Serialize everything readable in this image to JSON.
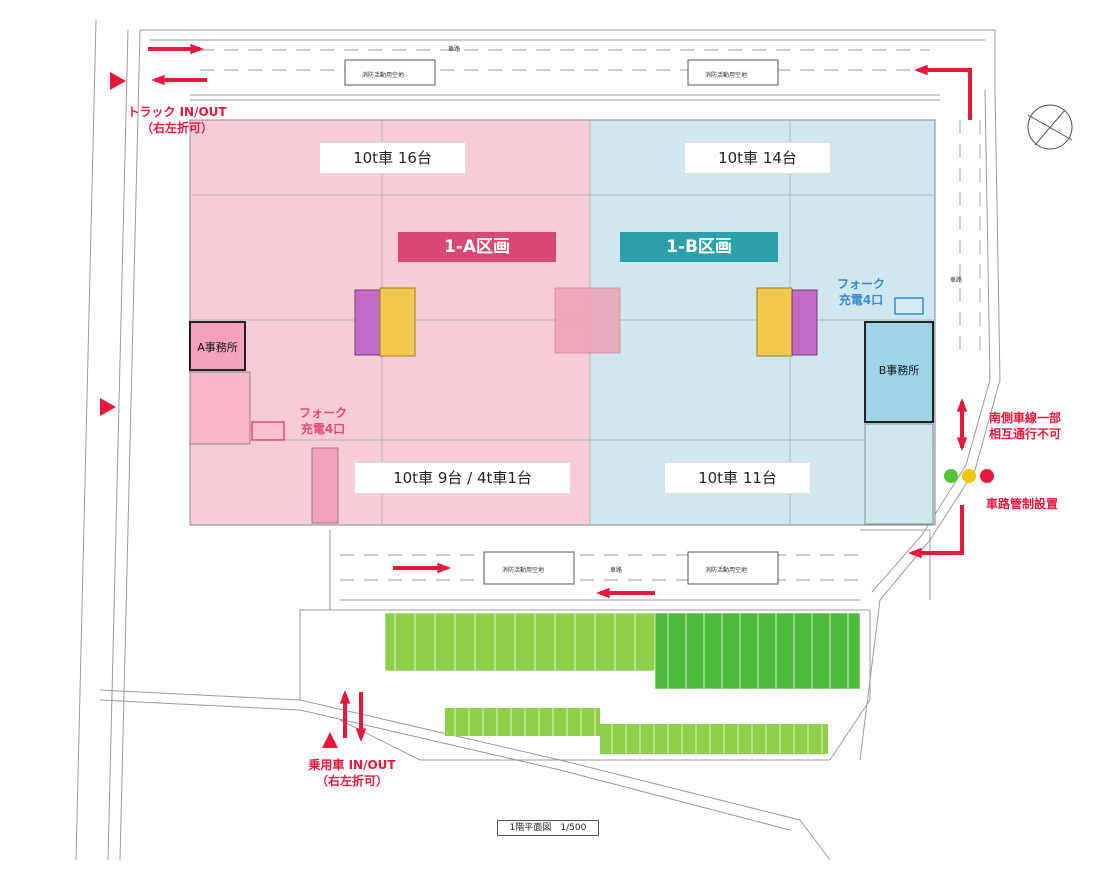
{
  "sections": {
    "a": {
      "label": "1-A区画",
      "color": "#d94873",
      "fill": "#f8ccd7"
    },
    "b": {
      "label": "1-B区画",
      "color": "#2aa1a8",
      "fill": "#cfe8ef"
    }
  },
  "counts": {
    "a_top": "10t車 16台",
    "b_top": "10t車 14台",
    "a_bottom": "10t車 9台 / 4t車1台",
    "b_bottom": "10t車 11台"
  },
  "offices": {
    "a": "A事務所",
    "b": "B事務所"
  },
  "fork_a": {
    "line1": "フォーク",
    "line2": "充電4口"
  },
  "fork_b": {
    "line1": "フォーク",
    "line2": "充電4口"
  },
  "truck_io": {
    "line1": "トラック IN/OUT",
    "line2": "（右左折可）"
  },
  "car_io": {
    "line1": "乗用車 IN/OUT",
    "line2": "（右左折可）"
  },
  "south_lane": {
    "line1": "南側車線一部",
    "line2": "相互通行不可"
  },
  "traffic_control": "車路管制設置",
  "traffic_light_colors": [
    "#58c33b",
    "#f2c500",
    "#e8183c"
  ],
  "fire_space_label": "消防活動用空地",
  "drive_label": "車路",
  "scale_label": "1階平面図　1/500",
  "colors": {
    "arrow": "#e8183c",
    "parking_light": "#8fd04a",
    "parking_dark": "#4cbb3c"
  }
}
